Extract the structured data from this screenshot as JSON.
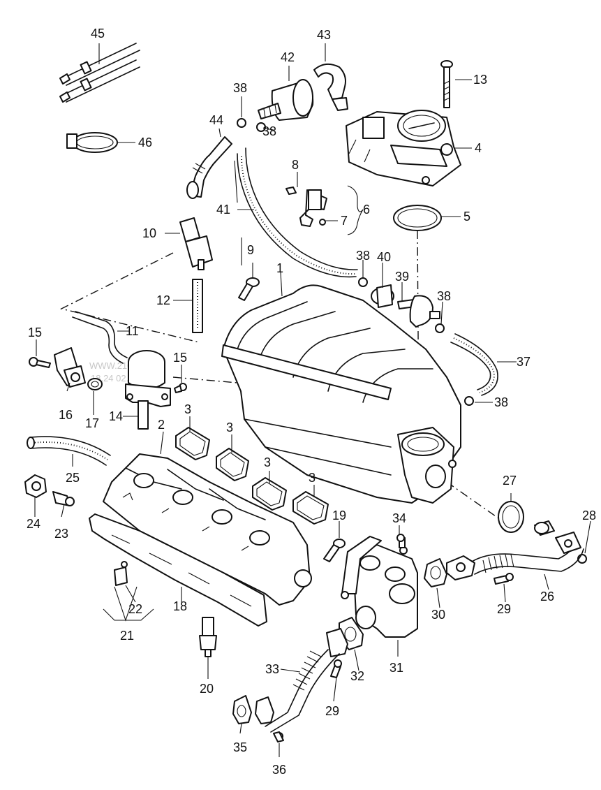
{
  "watermark": {
    "line1": "WWW.2108.RU",
    "line2": "18.24 02.07.2006"
  },
  "callouts": {
    "c1": "1",
    "c2": "2",
    "c3a": "3",
    "c3b": "3",
    "c3c": "3",
    "c3d": "3",
    "c4": "4",
    "c5": "5",
    "c6": "6",
    "c7": "7",
    "c8": "8",
    "c9": "9",
    "c10": "10",
    "c11": "11",
    "c12": "12",
    "c13": "13",
    "c14": "14",
    "c15a": "15",
    "c15b": "15",
    "c16": "16",
    "c17": "17",
    "c18": "18",
    "c19": "19",
    "c20": "20",
    "c21": "21",
    "c22": "22",
    "c23": "23",
    "c24": "24",
    "c25": "25",
    "c26": "26",
    "c27": "27",
    "c28": "28",
    "c29a": "29",
    "c29b": "29",
    "c30": "30",
    "c31": "31",
    "c32": "32",
    "c33": "33",
    "c34": "34",
    "c35": "35",
    "c36": "36",
    "c37": "37",
    "c38a": "38",
    "c38b": "38",
    "c38c": "38",
    "c38d": "38",
    "c38e": "38",
    "c39": "39",
    "c40": "40",
    "c41": "41",
    "c42": "42",
    "c43": "43",
    "c44": "44",
    "c45": "45",
    "c46": "46"
  }
}
